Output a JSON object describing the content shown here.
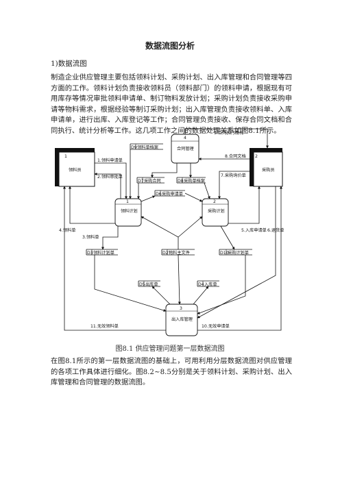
{
  "title": "数据流图分析",
  "section_heading": "1)数据流图",
  "intro_paragraph": "制造企业供应管理主要包括领料计划、采购计划、出入库管理和合同管理等四方面的工作。领料计划负责接收领料员（领料部门）的领料申请，根据现有可用库存等情况审批领料申请单、制订物料发放计划；采购计划负责接收采购申请等物料需求，根据经验等制订采购计划；出入库管理负责接收领料单、入库申请单，进行出库、入库登记等工作；合同管理负责接收、保存合同文档和合同执行、统计分析等工作。这几项工作之间的数据处理关系如图8.1所示。",
  "caption": "图8.1 供应管理问题第一层数据流图",
  "followup_paragraph": "在图8.1所示的第一层数据流图的基础上，可用利用分层数据流图对供应管理的各项工作具体进行细化。图8.2~8.5分别是关于领料计划、采购计划、出入库管理和合同管理的数据流图。",
  "diagram": {
    "external_entities": [
      {
        "id": "1",
        "label": "领料员"
      },
      {
        "id": "2",
        "label": "采购员"
      }
    ],
    "processes": [
      {
        "id": "1",
        "label": "领料计划"
      },
      {
        "id": "2",
        "label": "采购计划"
      },
      {
        "id": "3",
        "label": "出入库管理"
      },
      {
        "id": "4",
        "label": "合同管理"
      }
    ],
    "data_stores": [
      {
        "id": "D9",
        "label": "领料单档案"
      },
      {
        "id": "D7",
        "label": "采购合同"
      },
      {
        "id": "D8",
        "label": "采购单档案"
      },
      {
        "id": "D6",
        "label": "采购申请单"
      },
      {
        "id": "D3",
        "label": "领料计划单"
      },
      {
        "id": "D2",
        "label": "物料主文件"
      },
      {
        "id": "D10",
        "label": "采购计划单"
      },
      {
        "id": "D5",
        "label": "出库单"
      },
      {
        "id": "D4",
        "label": "入库单"
      }
    ],
    "flows": [
      {
        "label": "1.领料申请单"
      },
      {
        "label": "2.领料审批单"
      },
      {
        "label": "3.领料单"
      },
      {
        "label": "4.领料单"
      },
      {
        "label": "5.入库申请单"
      },
      {
        "label": "6.退货单"
      },
      {
        "label": "7.采购询价单"
      },
      {
        "label": "8.合同文档"
      },
      {
        "label": "9.合同执行情况"
      },
      {
        "label": "10.无效申请单"
      },
      {
        "label": "11.无效领料单"
      }
    ]
  }
}
